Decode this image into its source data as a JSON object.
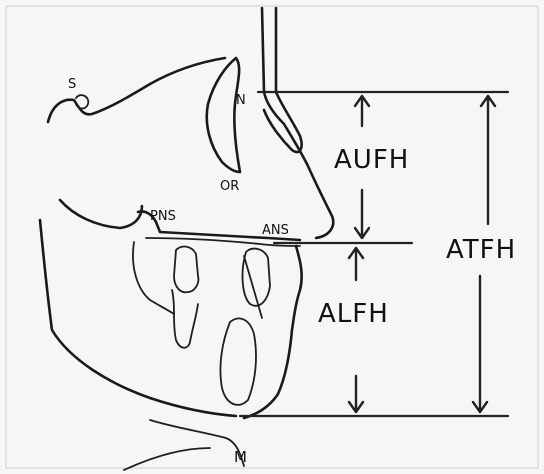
{
  "landmarks": {
    "s": "S",
    "n": "N",
    "or": "OR",
    "pns": "PNS",
    "ans": "ANS",
    "m": "M"
  },
  "measures": {
    "aufh": "AUFH",
    "alfh": "ALFH",
    "atfh": "ATFH"
  }
}
